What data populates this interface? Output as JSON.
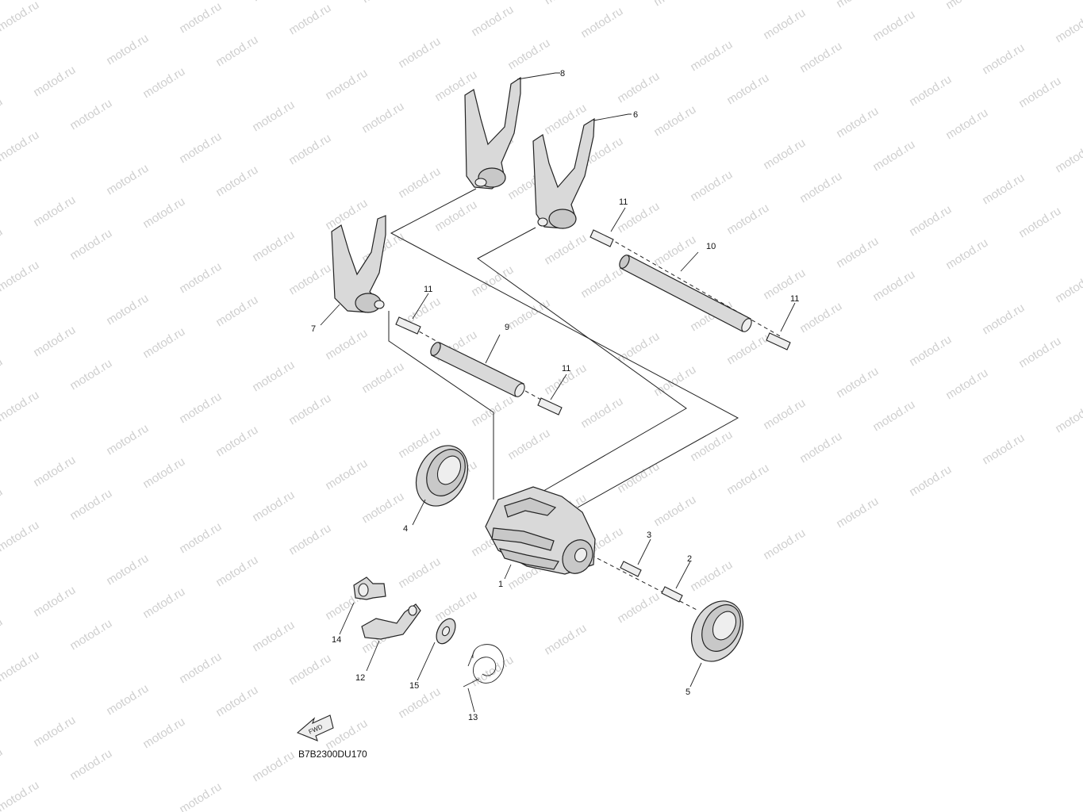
{
  "diagram": {
    "code": "B7B2300DU170",
    "fwd_label": "FWD",
    "watermark_text": "motod.ru"
  },
  "parts": [
    {
      "id": "shift-cam",
      "number": "1"
    },
    {
      "id": "pin-2",
      "number": "2"
    },
    {
      "id": "pin-3",
      "number": "3"
    },
    {
      "id": "bearing-4",
      "number": "4"
    },
    {
      "id": "bearing-5",
      "number": "5"
    },
    {
      "id": "shift-fork-6",
      "number": "6"
    },
    {
      "id": "shift-fork-7",
      "number": "7"
    },
    {
      "id": "shift-fork-8",
      "number": "8"
    },
    {
      "id": "guide-bar-9",
      "number": "9"
    },
    {
      "id": "guide-bar-10",
      "number": "10"
    },
    {
      "id": "circlip-11a",
      "number": "11"
    },
    {
      "id": "circlip-11b",
      "number": "11"
    },
    {
      "id": "circlip-11c",
      "number": "11"
    },
    {
      "id": "circlip-11d",
      "number": "11"
    },
    {
      "id": "segment-12",
      "number": "12"
    },
    {
      "id": "spring-13",
      "number": "13"
    },
    {
      "id": "stopper-lever-14",
      "number": "14"
    },
    {
      "id": "washer-15",
      "number": "15"
    }
  ]
}
